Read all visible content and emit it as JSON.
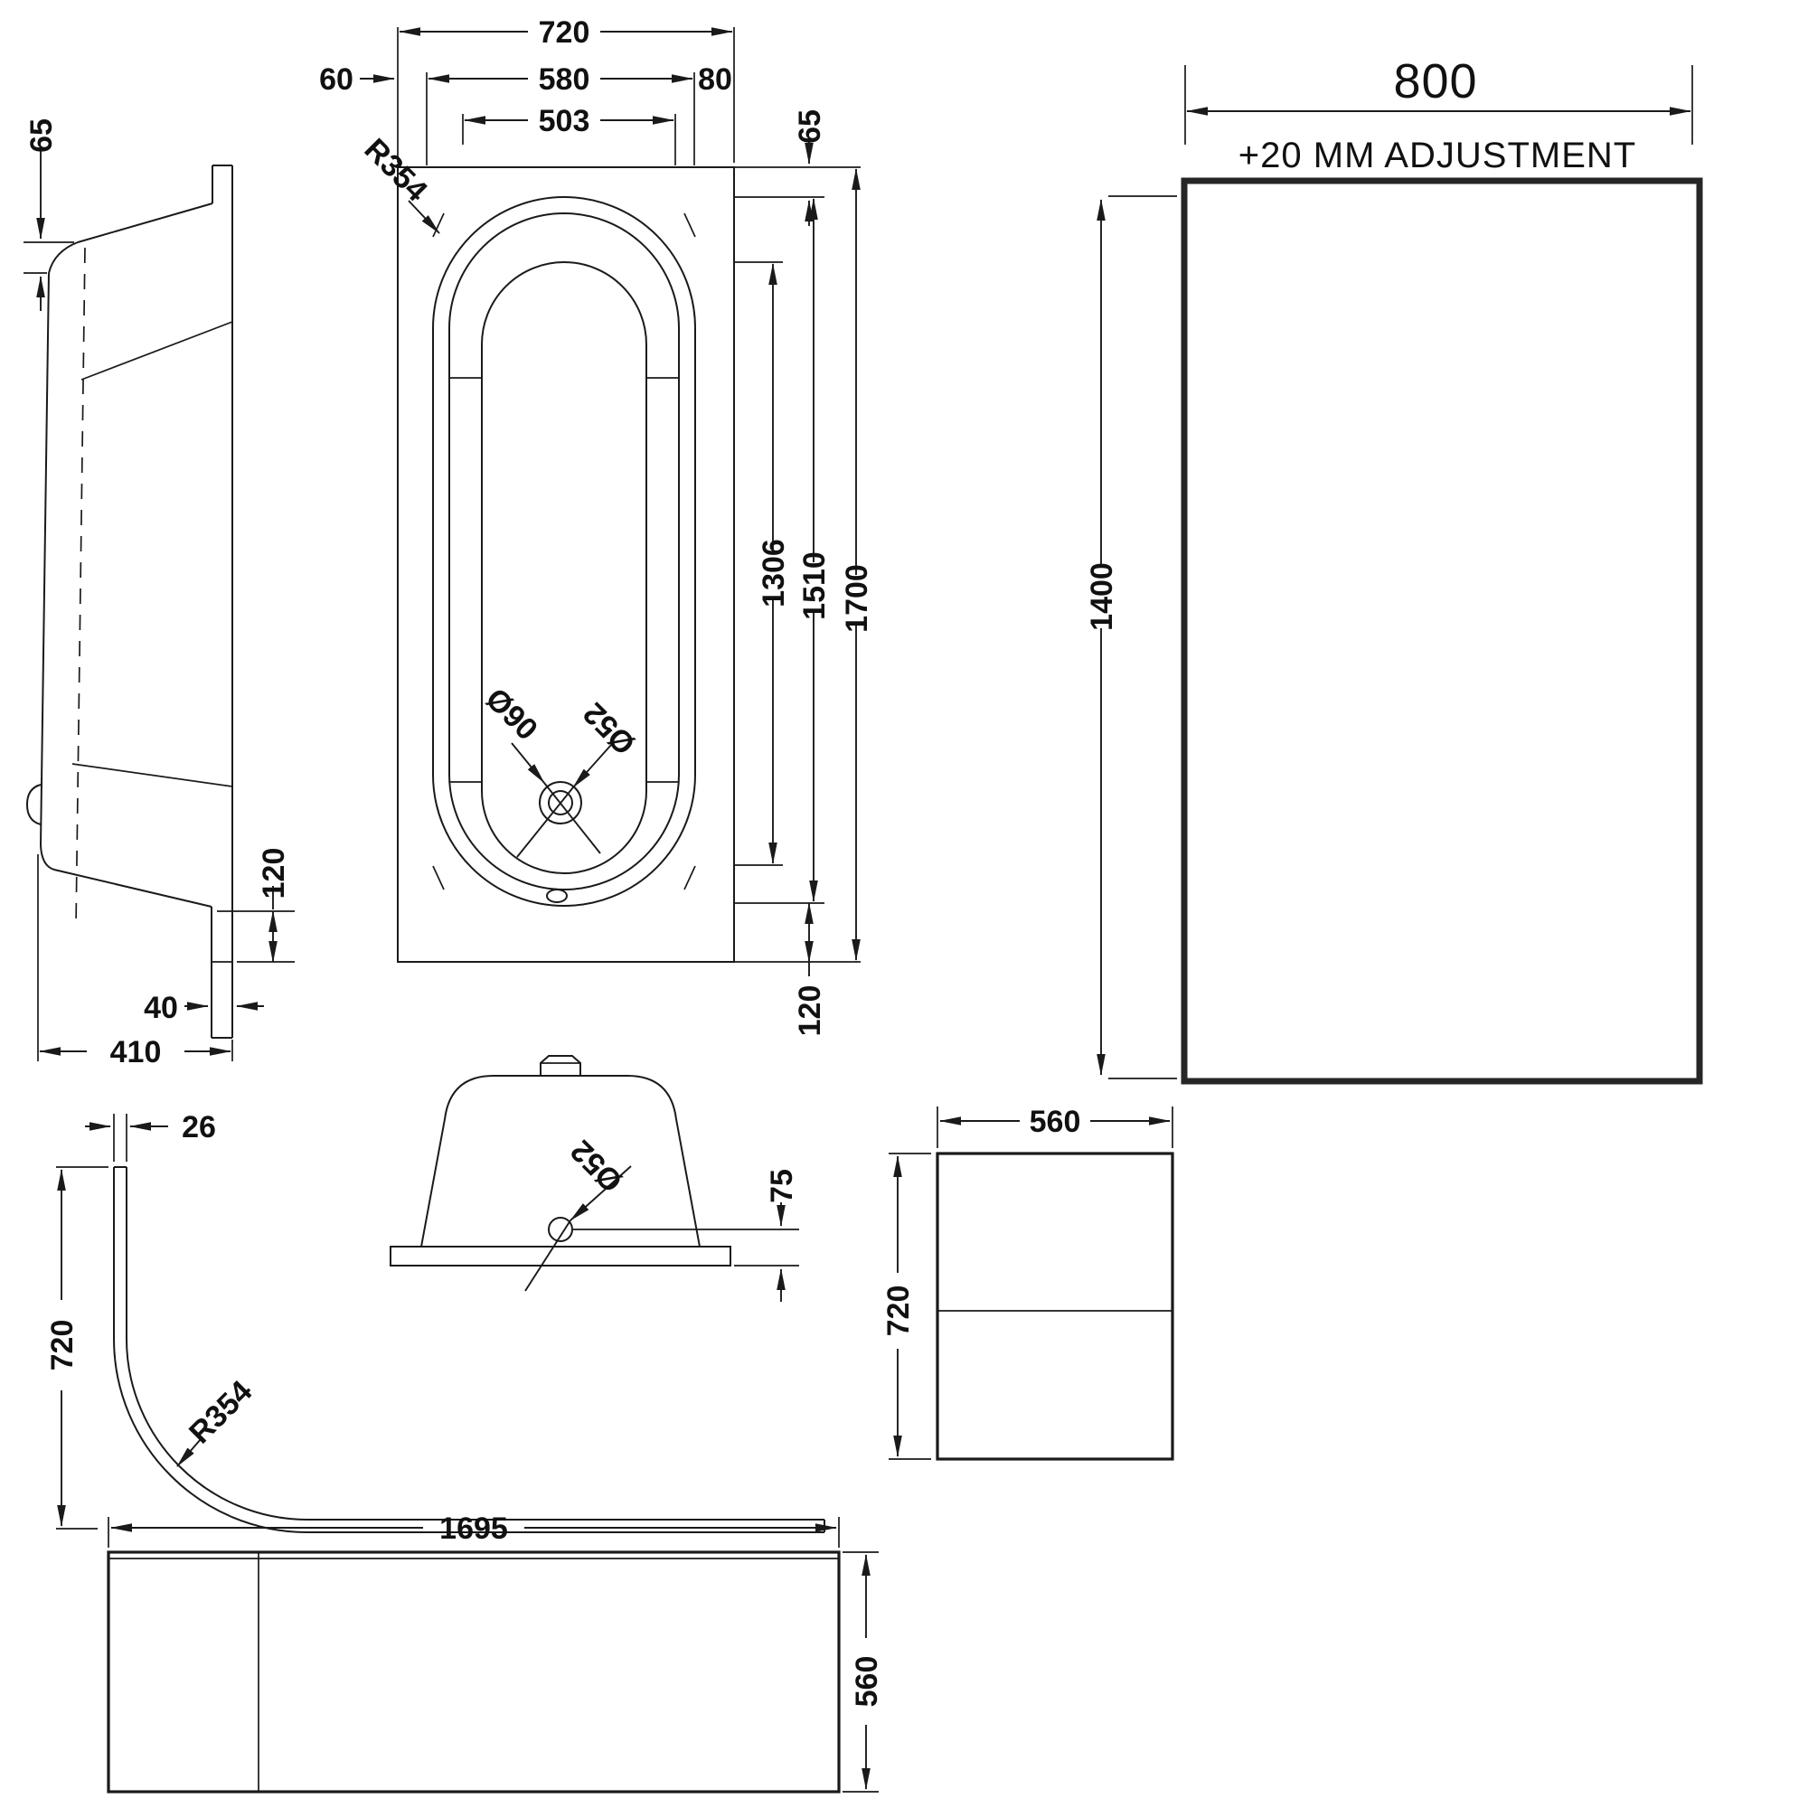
{
  "colors": {
    "background": "#ffffff",
    "line": "#1a1a1a",
    "panel_outline": "#262626"
  },
  "labels": {
    "side": {
      "lip": "65",
      "height": "120",
      "foot": "40",
      "depth": "410"
    },
    "plan": {
      "width": "720",
      "offset_left": "60",
      "inner_width": "580",
      "offset_right": "80",
      "floor_width": "503",
      "radius": "R354",
      "rim_top": "65",
      "floor_length": "1306",
      "inner_length": "1510",
      "length": "1700",
      "rim_bottom": "120",
      "drain_outer": "Ø90",
      "drain_inner": "Ø52"
    },
    "wall_panel": {
      "width": "800",
      "note": "+20 MM ADJUSTMENT",
      "height": "1400"
    },
    "profile": {
      "thickness": "26",
      "height": "720",
      "radius": "R354"
    },
    "section": {
      "hole": "Ø52",
      "overflow_height": "75"
    },
    "end_panel": {
      "width": "560",
      "height": "720"
    },
    "front_panel": {
      "length": "1695",
      "height": "560"
    }
  }
}
